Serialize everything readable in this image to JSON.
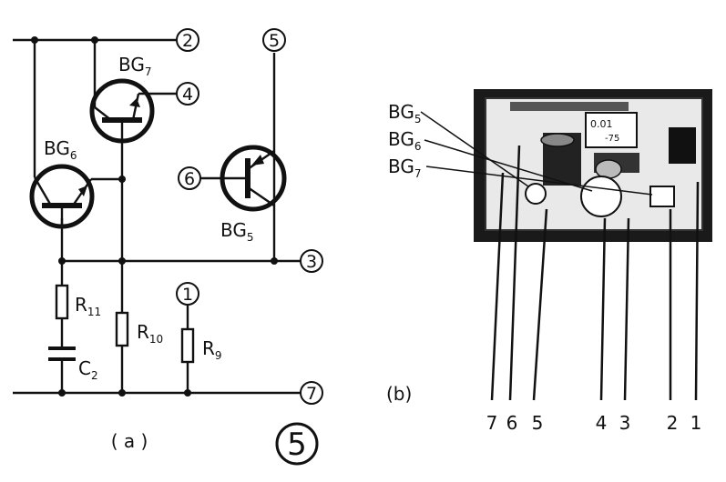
{
  "schematic": {
    "transistors": [
      {
        "id": "BG7",
        "label": "BG",
        "sub": "7"
      },
      {
        "id": "BG6",
        "label": "BG",
        "sub": "6"
      },
      {
        "id": "BG5",
        "label": "BG",
        "sub": "5"
      }
    ],
    "resistors": [
      {
        "label": "R",
        "sub": "11"
      },
      {
        "label": "R",
        "sub": "10"
      },
      {
        "label": "R",
        "sub": "9"
      }
    ],
    "capacitor": {
      "label": "C",
      "sub": "2"
    },
    "terminals": [
      "2",
      "5",
      "4",
      "6",
      "3",
      "1",
      "7"
    ],
    "caption": "( a )"
  },
  "photo": {
    "callouts": [
      {
        "label": "BG",
        "sub": "5"
      },
      {
        "label": "BG",
        "sub": "6"
      },
      {
        "label": "BG",
        "sub": "7"
      }
    ],
    "component_marking": [
      "0.01",
      "-75"
    ],
    "pin_labels": [
      "7",
      "6",
      "5",
      "4",
      "3",
      "2",
      "1"
    ],
    "caption": "(b)"
  },
  "figure_number": "5"
}
